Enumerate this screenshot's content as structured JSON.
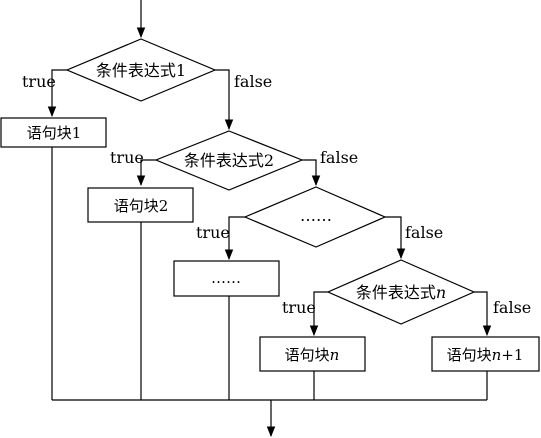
{
  "flowchart": {
    "decisions": [
      {
        "text": "条件表达式",
        "suffix": "1",
        "suffix_italic": false
      },
      {
        "text": "条件表达式",
        "suffix": "2",
        "suffix_italic": false
      },
      {
        "text": "……",
        "suffix": "",
        "suffix_italic": false
      },
      {
        "text": "条件表达式",
        "suffix": "n",
        "suffix_italic": true
      }
    ],
    "blocks": [
      {
        "text": "语句块",
        "suffix": "1",
        "suffix2": ""
      },
      {
        "text": "语句块",
        "suffix": "2",
        "suffix2": ""
      },
      {
        "text": "……",
        "suffix": "",
        "suffix2": ""
      },
      {
        "text": "语句块",
        "suffix": "n",
        "suffix2": ""
      },
      {
        "text": "语句块",
        "suffix": "n",
        "suffix2": "+1"
      }
    ],
    "branch_labels": {
      "true": "true",
      "false": "false"
    }
  }
}
